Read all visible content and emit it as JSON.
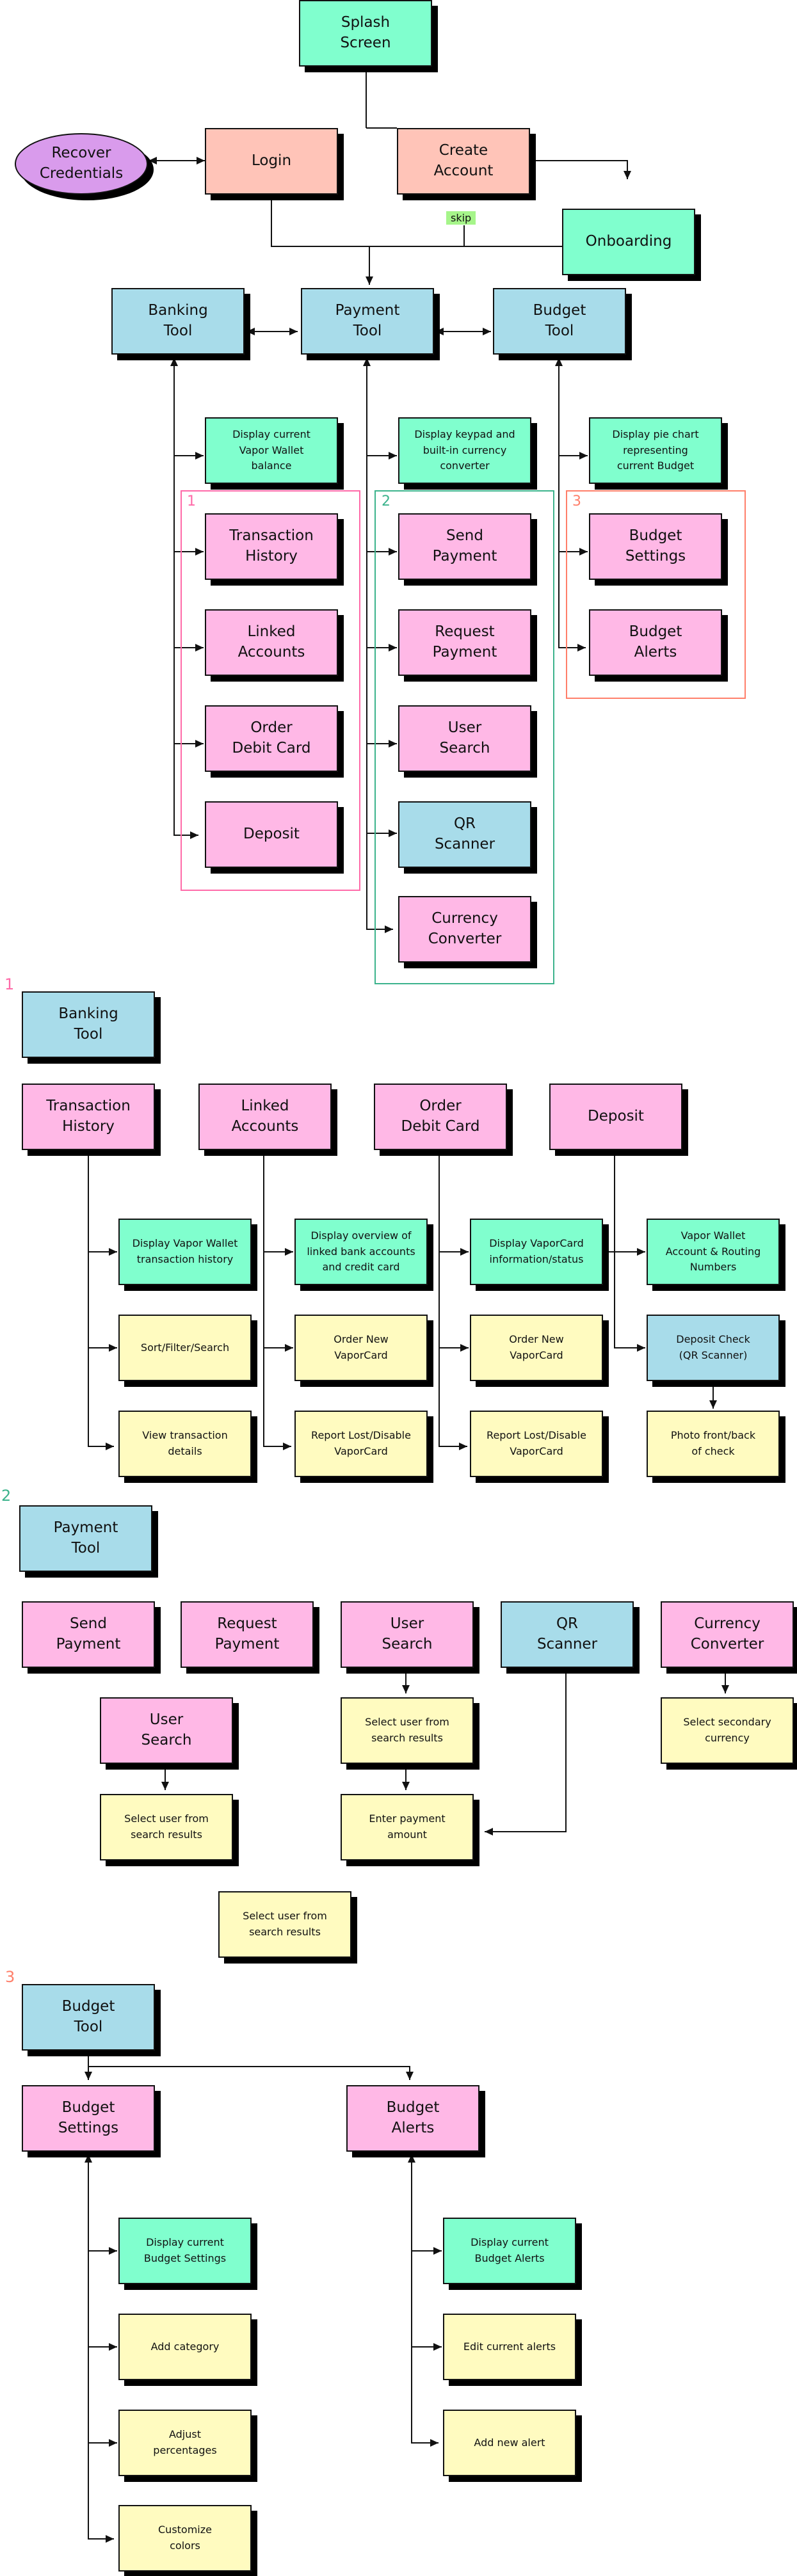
{
  "colors": {
    "green": "#80ffce",
    "pink": "#ffb8e6",
    "salmon": "#ffc4b8",
    "blue": "#a8dcea",
    "yellow": "#fffbc0",
    "purple": "#d99bec",
    "group_1": "#ff6aa8",
    "group_2": "#3cb38c",
    "group_3": "#ff7f6a"
  },
  "top_flow": {
    "splash": "Splash\nScreen",
    "recover": "Recover\nCredentials",
    "login": "Login",
    "create_account": "Create\nAccount",
    "skip": "skip",
    "onboarding": "Onboarding",
    "banking_tool": "Banking\nTool",
    "payment_tool": "Payment\nTool",
    "budget_tool": "Budget\nTool",
    "banking_display": "Display current\nVapor Wallet\nbalance",
    "payment_display": "Display keypad and\nbuilt-in currency\nconverter",
    "budget_display": "Display pie chart\nrepresenting\ncurrent Budget",
    "group_1_label": "1",
    "group_2_label": "2",
    "group_3_label": "3",
    "banking_items": [
      "Transaction\nHistory",
      "Linked\nAccounts",
      "Order\nDebit Card",
      "Deposit"
    ],
    "payment_items": [
      "Send\nPayment",
      "Request\nPayment",
      "User\nSearch",
      "QR\nScanner",
      "Currency\nConverter"
    ],
    "budget_items": [
      "Budget\nSettings",
      "Budget\nAlerts"
    ]
  },
  "section_1": {
    "number": "1",
    "tool": "Banking\nTool",
    "transaction_history": {
      "title": "Transaction\nHistory",
      "items": [
        "Display Vapor Wallet\ntransaction history",
        "Sort/Filter/Search",
        "View transaction\ndetails"
      ]
    },
    "linked_accounts": {
      "title": "Linked\nAccounts",
      "items": [
        "Display overview of\nlinked bank accounts\nand credit card",
        "Order New\nVaporCard",
        "Report Lost/Disable\nVaporCard"
      ]
    },
    "order_debit_card": {
      "title": "Order\nDebit Card",
      "items": [
        "Display VaporCard\ninformation/status",
        "Order New\nVaporCard",
        "Report Lost/Disable\nVaporCard"
      ]
    },
    "deposit": {
      "title": "Deposit",
      "items": [
        "Vapor Wallet\nAccount & Routing\nNumbers",
        "Deposit Check\n(QR Scanner)",
        "Photo front/back\nof check"
      ]
    }
  },
  "section_2": {
    "number": "2",
    "tool": "Payment\nTool",
    "send_payment": "Send\nPayment",
    "request_payment": "Request\nPayment",
    "user_search_top": "User\nSearch",
    "qr_scanner": "QR\nScanner",
    "currency_converter": "Currency\nConverter",
    "user_search_sub": "User\nSearch",
    "select_user_left": "Select user from\nsearch results",
    "select_user_mid": "Select user from\nsearch results",
    "enter_amount": "Enter payment\namount",
    "select_secondary": "Select secondary\ncurrency",
    "select_user_bottom": "Select user from\nsearch results"
  },
  "section_3": {
    "number": "3",
    "tool": "Budget\nTool",
    "budget_settings": {
      "title": "Budget\nSettings",
      "items": [
        "Display current\nBudget Settings",
        "Add category",
        "Adjust\npercentages",
        "Customize\ncolors"
      ]
    },
    "budget_alerts": {
      "title": "Budget\nAlerts",
      "items": [
        "Display current\nBudget Alerts",
        "Edit current alerts",
        "Add new alert"
      ]
    }
  }
}
